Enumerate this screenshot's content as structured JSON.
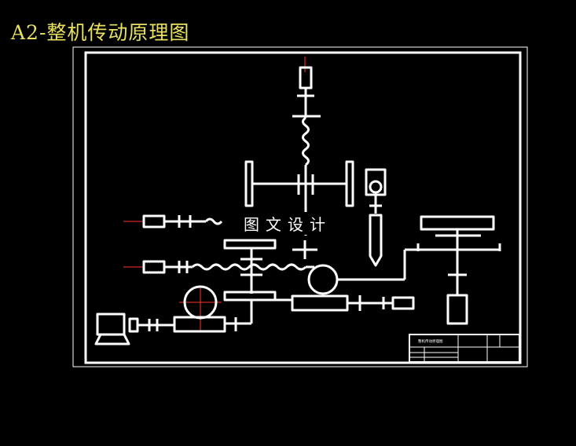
{
  "title": "A2-整机传动原理图",
  "watermark": "图文设计",
  "colors": {
    "background": "#000000",
    "title": "#e8e060",
    "lines": "#ffffff",
    "axis": "#ff3030"
  },
  "title_block": {
    "name": "整机传动原理图"
  }
}
